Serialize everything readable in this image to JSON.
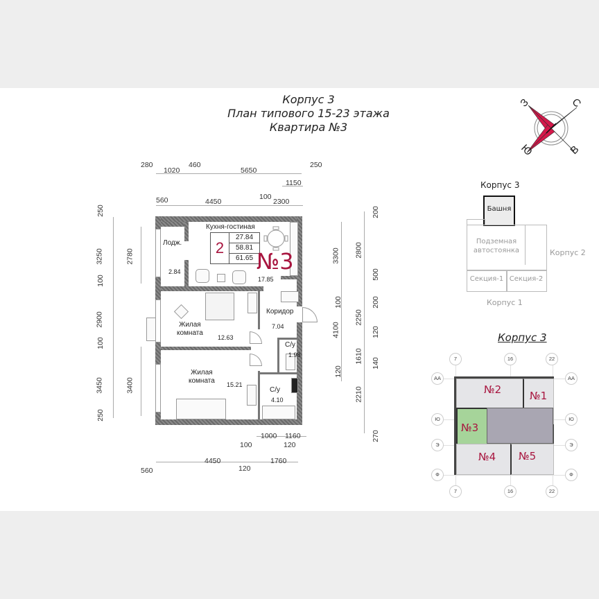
{
  "header": {
    "title_line1": "Корпус 3",
    "title_line2": "План типового 15-23 этажа",
    "title_line3": "Квартира №3"
  },
  "compass": {
    "icon": "compass-rose-icon",
    "north": "С",
    "south": "Ю",
    "east": "В",
    "west": "З",
    "colors": {
      "blue": "#2fa8e0",
      "red": "#d4184a"
    }
  },
  "plan": {
    "apartment_number": "№3",
    "rooms_count": "2",
    "areas": {
      "living": "27.84",
      "total_no_balcony": "58.81",
      "total": "61.65"
    },
    "rooms": [
      {
        "name": "Кухня-гостиная",
        "area": "17.85"
      },
      {
        "name": "Лодж.",
        "area": "2.84"
      },
      {
        "name": "Жилая комната",
        "line1": "Жилая",
        "line2": "комната",
        "area": "12.63"
      },
      {
        "name": "Коридор",
        "area": "7.04"
      },
      {
        "name": "С/у",
        "area": "1.98"
      },
      {
        "name": "Жилая комната",
        "line1": "Жилая",
        "line2": "комната",
        "area": "15.21"
      },
      {
        "name": "С/у",
        "area": "4.10"
      }
    ],
    "dims_top_row1": [
      "280",
      "1020",
      "460",
      "5650",
      "250"
    ],
    "dims_top_row2": [
      "1150"
    ],
    "dims_top_row3": [
      "560",
      "4450",
      "100",
      "2300"
    ],
    "dims_left_outer": [
      "250",
      "3250",
      "100",
      "2900",
      "100",
      "3450",
      "250"
    ],
    "dims_left_inner": [
      "2780",
      "3400"
    ],
    "dims_right_inner": [
      "3300",
      "100",
      "4100",
      "120"
    ],
    "dims_right_outer": [
      "200",
      "2800",
      "500",
      "200",
      "2250",
      "120",
      "1610",
      "140",
      "2210",
      "270"
    ],
    "dims_bottom_row1": [
      "100",
      "1000",
      "1160",
      "120"
    ],
    "dims_bottom_row2": [
      "560",
      "4450",
      "120",
      "1760"
    ]
  },
  "site_plan": {
    "building_label": "Корпус 3",
    "tower_label": "Башня",
    "parking_line1": "Подземная",
    "parking_line2": "автостоянка",
    "building2_label": "Корпус 2",
    "section1": "Секция-1",
    "section2": "Секция-2",
    "building1_label": "Корпус 1"
  },
  "floor_key": {
    "title": "Корпус 3",
    "axes_top": [
      "7",
      "16",
      "22"
    ],
    "axes_bottom": [
      "7",
      "16",
      "22"
    ],
    "axes_left": [
      "АА",
      "Ю",
      "Э",
      "Ф"
    ],
    "axes_right": [
      "АА",
      "Ю",
      "Э",
      "Ф"
    ],
    "apartments": [
      "№1",
      "№2",
      "№3",
      "№4",
      "№5"
    ],
    "highlight_color": "#a6d49a",
    "core_color": "#a9a6b2",
    "label_color": "#a8153f"
  }
}
